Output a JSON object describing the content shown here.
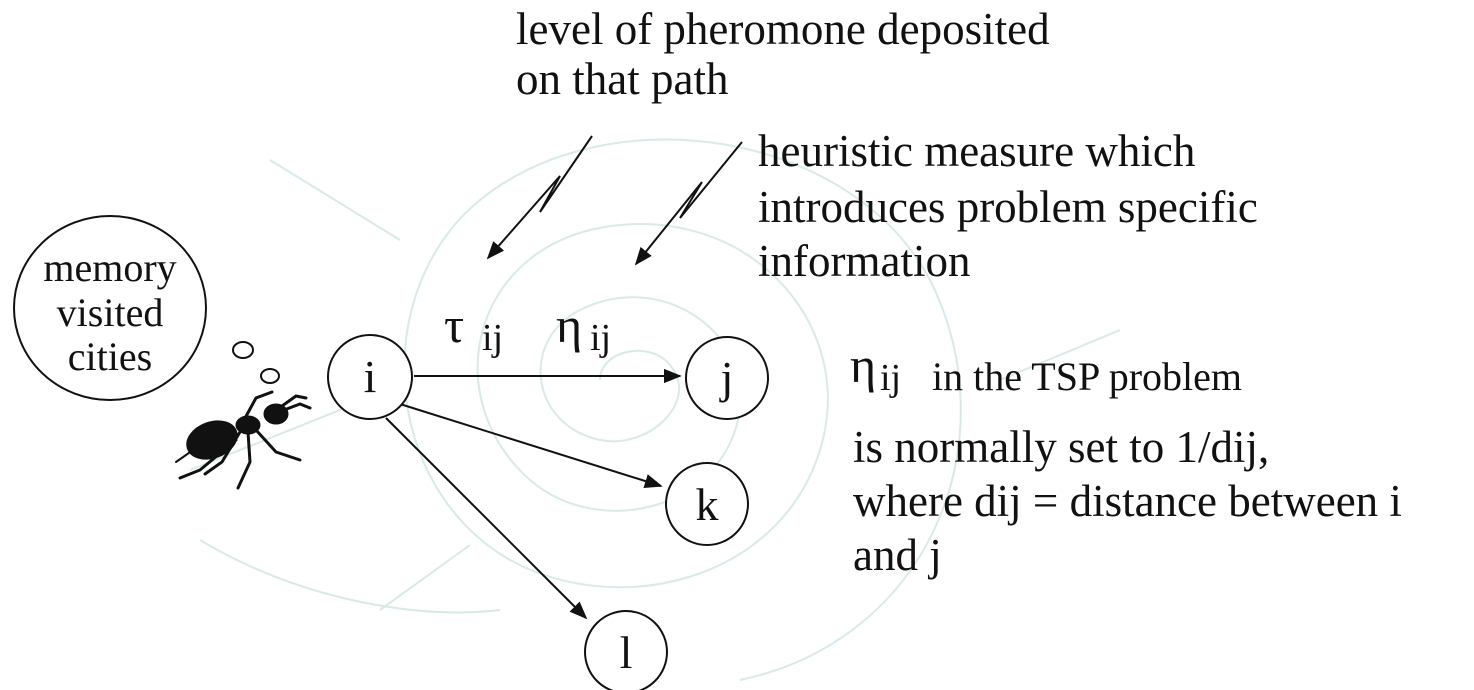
{
  "annotations": {
    "pheromone_line1": "level of pheromone deposited",
    "pheromone_line2": "on that path",
    "heuristic_line1": "heuristic measure which",
    "heuristic_line2": "introduces problem specific",
    "heuristic_line3": "information"
  },
  "memory_bubble": {
    "line1": "memory",
    "line2": "visited",
    "line3": "cities"
  },
  "nodes": {
    "i": "i",
    "j": "j",
    "k": "k",
    "l": "l"
  },
  "edge_labels": {
    "tau_symbol": "τ",
    "tau_subscript": "ij",
    "eta_symbol": "η",
    "eta_subscript": "ij"
  },
  "explanation": {
    "eta_symbol": "η",
    "eta_subscript": "ij",
    "heading_rest": "in the TSP problem",
    "line1": "is normally set to 1/dij,",
    "line2": "where dij = distance between i",
    "line3": "and j"
  },
  "colors": {
    "ink": "#111111",
    "watermark": "#b9d9d3"
  }
}
